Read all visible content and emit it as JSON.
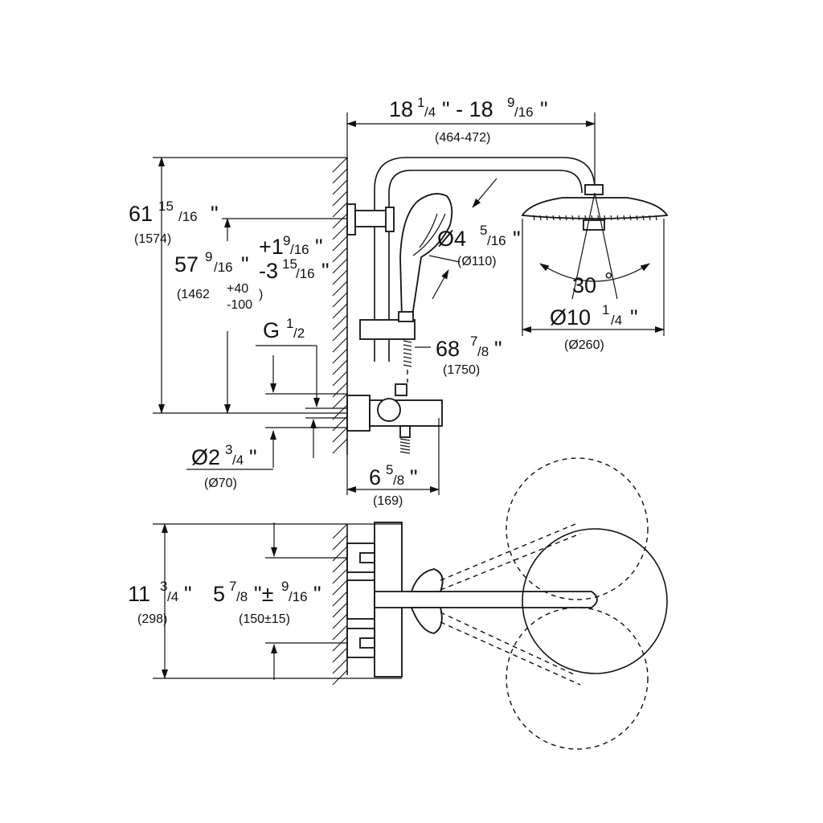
{
  "side_view": {
    "arm_width": {
      "whole": "18",
      "num1": "1",
      "den1": "/4",
      "mid": "\" - 18",
      "num2": "9",
      "den2": "/16",
      "end": "\"",
      "metric": "(464-472)"
    },
    "total_height": {
      "whole": "61",
      "num": "15",
      "den": "/16",
      "end": "\"",
      "metric": "(1574)"
    },
    "mixer_height": {
      "whole": "57",
      "num": "9",
      "den": "/16",
      "end": "\"",
      "tol_plus": "+1",
      "tol_plus_num": "9",
      "tol_plus_den": "/16",
      "tol_plus_end": "\"",
      "tol_minus": "-3",
      "tol_minus_num": "15",
      "tol_minus_den": "/16",
      "tol_minus_end": "\"",
      "metric_open": "(1462",
      "metric_plus": "+40",
      "metric_minus": "-100",
      "metric_close": ")"
    },
    "thread": {
      "label": "G",
      "num": "1",
      "den": "/2"
    },
    "hand_shower_dia": {
      "prefix": "Ø4",
      "num": "5",
      "den": "/16",
      "end": "\"",
      "metric": "(Ø110)"
    },
    "hose_length": {
      "whole": "68",
      "num": "7",
      "den": "/8",
      "end": "\"",
      "metric": "(1750)"
    },
    "rosette_dia": {
      "prefix": "Ø2",
      "num": "3",
      "den": "/4",
      "end": "\"",
      "metric": "(Ø70)"
    },
    "spout_depth": {
      "whole": "6",
      "num": "5",
      "den": "/8",
      "end": "\"",
      "metric": "(169)"
    },
    "head_angle": {
      "value": "30",
      "unit": "°"
    },
    "head_dia": {
      "prefix": "Ø10",
      "num": "1",
      "den": "/4",
      "end": "\"",
      "metric": "(Ø260)"
    }
  },
  "top_view": {
    "depth": {
      "whole": "11",
      "num": "3",
      "den": "/4",
      "end": "\"",
      "metric": "(298)"
    },
    "centers": {
      "whole": "5",
      "num1": "7",
      "den1": "/8",
      "mid": "\"±",
      "num2": "9",
      "den2": "/16",
      "end": "\"",
      "metric": "(150±15)"
    }
  }
}
